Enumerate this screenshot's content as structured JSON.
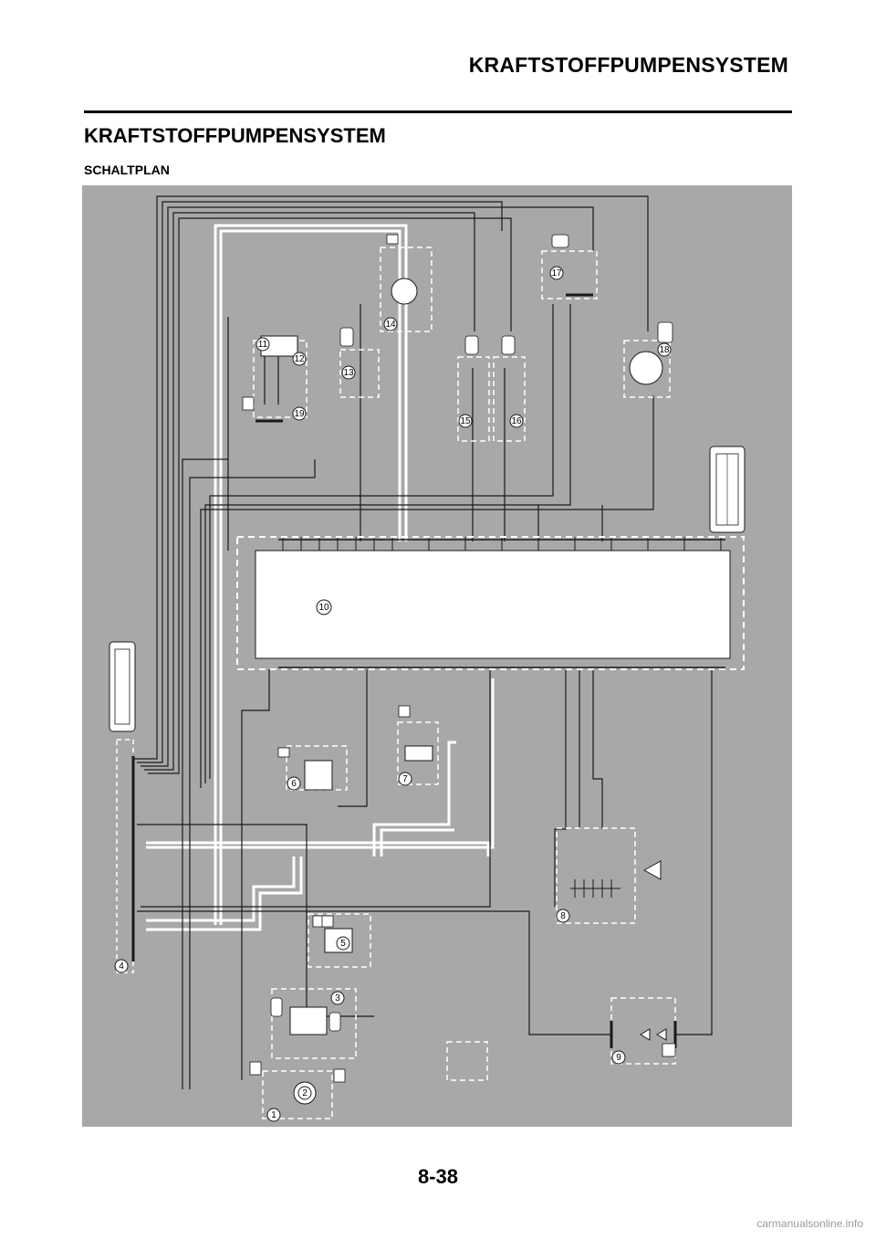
{
  "header": {
    "title": "KRAFTSTOFFPUMPENSYSTEM"
  },
  "section": {
    "title": "KRAFTSTOFFPUMPENSYSTEM",
    "subtitle": "SCHALTPLAN"
  },
  "diagram": {
    "component_numbers": [
      "1",
      "2",
      "3",
      "4",
      "5",
      "6",
      "7",
      "8",
      "9",
      "10",
      "11",
      "12",
      "13",
      "14",
      "15",
      "16",
      "17",
      "18",
      "19"
    ],
    "colors": {
      "background": "#a8a8a8",
      "wire": "#1a1a1a",
      "harness_white": "#ffffff",
      "ecu_fill": "#ffffff"
    }
  },
  "footer": {
    "page_number": "8-38",
    "watermark": "carmanualsonline.info"
  }
}
